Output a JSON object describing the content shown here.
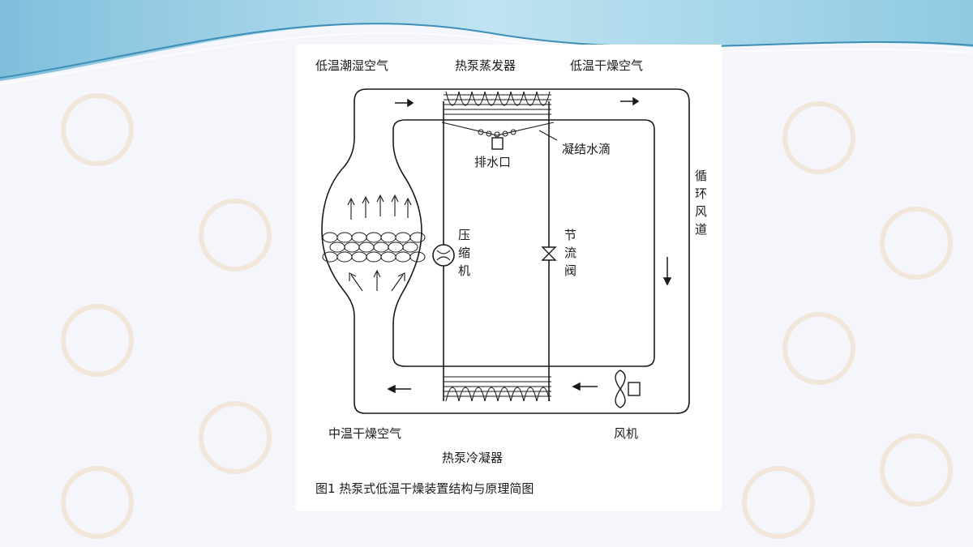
{
  "diagram": {
    "labels": {
      "low_temp_humid_air": "低温潮湿空气",
      "heat_pump_evaporator": "热泵蒸发器",
      "low_temp_dry_air": "低温干燥空气",
      "condensed_water_drops": "凝结水滴",
      "drain_outlet": "排水口",
      "circulation_duct": "循环风道",
      "compressor": "压缩机",
      "throttle_valve": "节流阀",
      "medium_temp_dry_air": "中温干燥空气",
      "heat_pump_condenser": "热泵冷凝器",
      "fan": "风机"
    },
    "caption": "图1  热泵式低温干燥装置结构与原理简图"
  },
  "colors": {
    "line": "#1a1a1a",
    "slide_bg": "#f4f6fb",
    "header_wave_dark": "#5fa9cf",
    "header_wave_light": "#bfe0ef",
    "watermark": "#f1d9c0"
  }
}
